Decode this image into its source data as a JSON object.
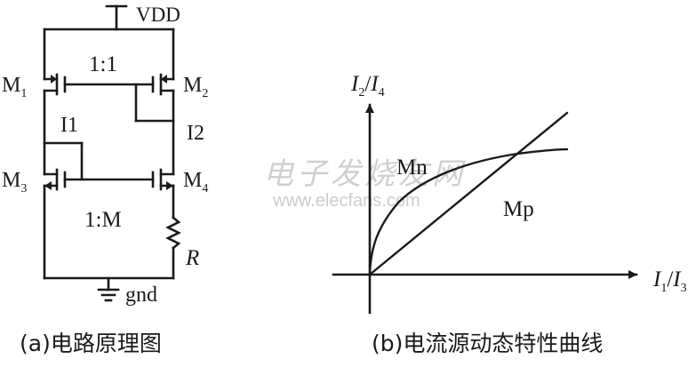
{
  "circuit": {
    "supply_label": "VDD",
    "ground_label": "gnd",
    "top_ratio": "1:1",
    "bottom_ratio": "1:M",
    "transistors": {
      "m1": {
        "name": "M",
        "sub": "1"
      },
      "m2": {
        "name": "M",
        "sub": "2"
      },
      "m3": {
        "name": "M",
        "sub": "3"
      },
      "m4": {
        "name": "M",
        "sub": "4"
      }
    },
    "currents": {
      "i1": "I1",
      "i2": "I2"
    },
    "resistor_label": "R",
    "caption": "(a)电路原理图"
  },
  "graph": {
    "y_axis": {
      "var1": "I",
      "sub1": "2",
      "slash": "/",
      "var2": "I",
      "sub2": "4"
    },
    "x_axis": {
      "var1": "I",
      "sub1": "1",
      "slash": "/",
      "var2": "I",
      "sub2": "3"
    },
    "curve_labels": {
      "mn": "Mn",
      "mp": "Mp"
    },
    "caption": "(b)电流源动态特性曲线"
  },
  "watermark": {
    "cn": "电子发烧友网",
    "url": "www.elecfans.com"
  },
  "chart_data": {
    "type": "line",
    "title": "(b)电流源动态特性曲线",
    "xlabel": "I1/I3",
    "ylabel": "I2/I4",
    "grid": false,
    "series": [
      {
        "name": "Mp",
        "shape": "straight line through origin",
        "x": [
          0,
          1.0
        ],
        "y": [
          0,
          1.0
        ]
      },
      {
        "name": "Mn",
        "shape": "concave saturating curve through origin",
        "x": [
          0,
          0.05,
          0.2,
          0.4,
          0.6,
          0.8,
          1.0
        ],
        "y": [
          0,
          0.25,
          0.5,
          0.66,
          0.76,
          0.8,
          0.82
        ]
      }
    ],
    "annotations": [
      "Mn",
      "Mp",
      "curves intersect near x≈0.8"
    ]
  }
}
